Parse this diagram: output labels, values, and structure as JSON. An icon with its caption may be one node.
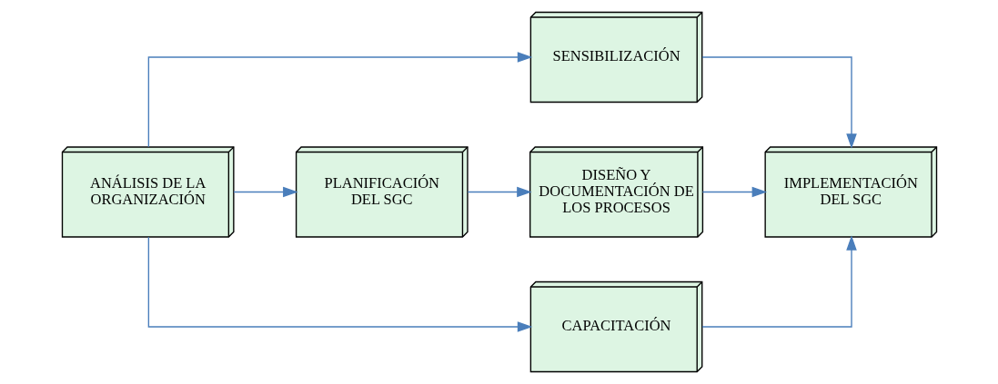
{
  "diagram": {
    "nodes": [
      {
        "text": [
          "SENSIBILIZACIÓN"
        ]
      },
      {
        "text": [
          "ANÁLISIS DE LA ORGANIZACIÓN"
        ]
      },
      {
        "text": [
          "PLANIFICACIÓN DEL SGC"
        ]
      },
      {
        "text": [
          "DISEÑO Y DOCUMENTACIÓN DE LOS PROCESOS"
        ]
      },
      {
        "text": [
          "IMPLEMENTACIÓN DEL SGC"
        ]
      },
      {
        "text": [
          "CAPACITACIÓN"
        ]
      }
    ],
    "edges": [
      {
        "from": 1,
        "to": 2,
        "arrow": "to"
      },
      {
        "from": 1,
        "to": 0,
        "arrow": "to"
      },
      {
        "from": 1,
        "to": 5,
        "arrow": "to"
      },
      {
        "from": 2,
        "to": 3,
        "arrow": "to"
      },
      {
        "from": 3,
        "to": 4,
        "arrow": "to"
      },
      {
        "from": 0,
        "to": 4,
        "arrow": "to"
      },
      {
        "from": 5,
        "to": 4,
        "arrow": "to"
      }
    ]
  }
}
